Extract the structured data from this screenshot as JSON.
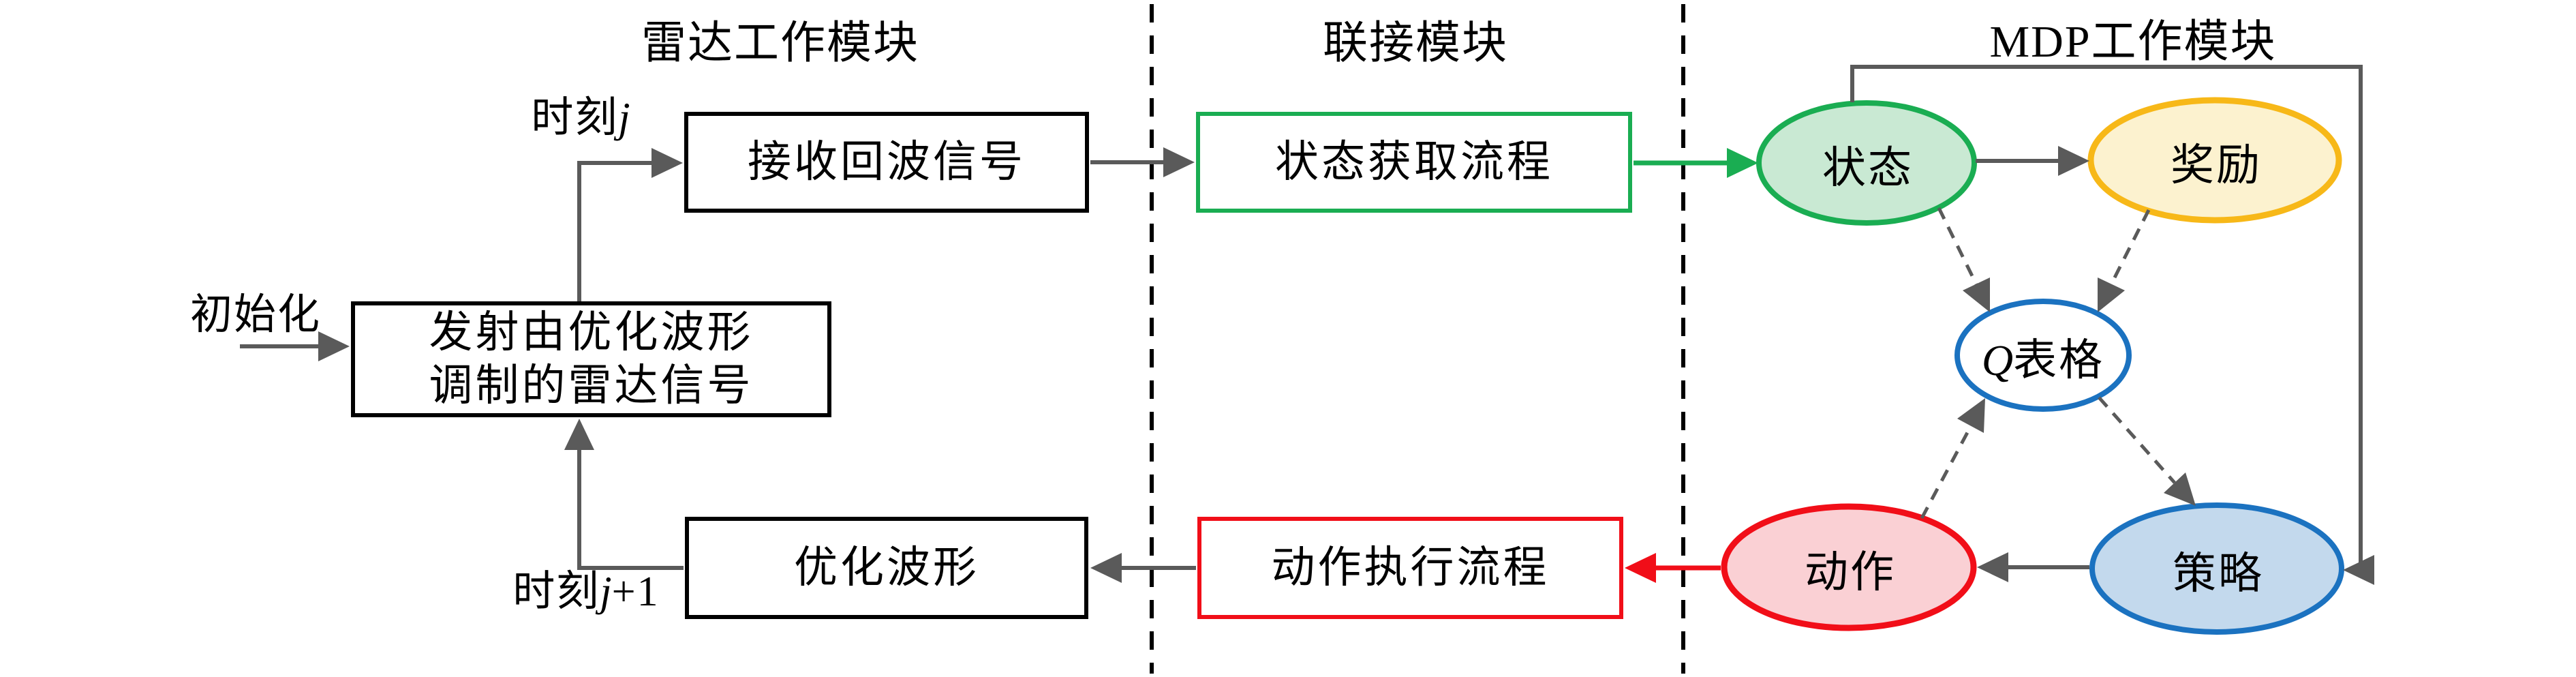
{
  "sections": {
    "radar": {
      "title": "雷达工作模块"
    },
    "link": {
      "title": "联接模块"
    },
    "mdp": {
      "title": "MDP工作模块"
    }
  },
  "boxes": {
    "receive": {
      "label": "接收回波信号"
    },
    "transmit": {
      "line1": "发射由优化波形",
      "line2": "调制的雷达信号"
    },
    "optimize": {
      "label": "优化波形"
    },
    "state_acquire": {
      "label": "状态获取流程"
    },
    "action_execute": {
      "label": "动作执行流程"
    }
  },
  "nodes": {
    "state": {
      "label": "状态",
      "fill": "#c9e9d3",
      "stroke": "#1aad52"
    },
    "reward": {
      "label": "奖励",
      "fill": "#fcf2cf",
      "stroke": "#f7b818"
    },
    "q_table": {
      "label_var": "Q",
      "label_rest": "表格",
      "fill": "#ffffff",
      "stroke": "#1b72c0"
    },
    "action": {
      "label": "动作",
      "fill": "#fad0d4",
      "stroke": "#f10e18"
    },
    "policy": {
      "label": "策略",
      "fill": "#c3d9ed",
      "stroke": "#1b72c0"
    }
  },
  "annotations": {
    "init": "初始化",
    "time_j": {
      "prefix": "时刻",
      "var": "j"
    },
    "time_j_plus_1": {
      "prefix": "时刻",
      "var": "j",
      "suffix": "+1"
    }
  },
  "colors": {
    "connector": "#5a5a5a",
    "green": "#1aad52",
    "red": "#f10e18",
    "blue": "#1b72c0",
    "yellow": "#f7b818",
    "divider": "#000000"
  }
}
